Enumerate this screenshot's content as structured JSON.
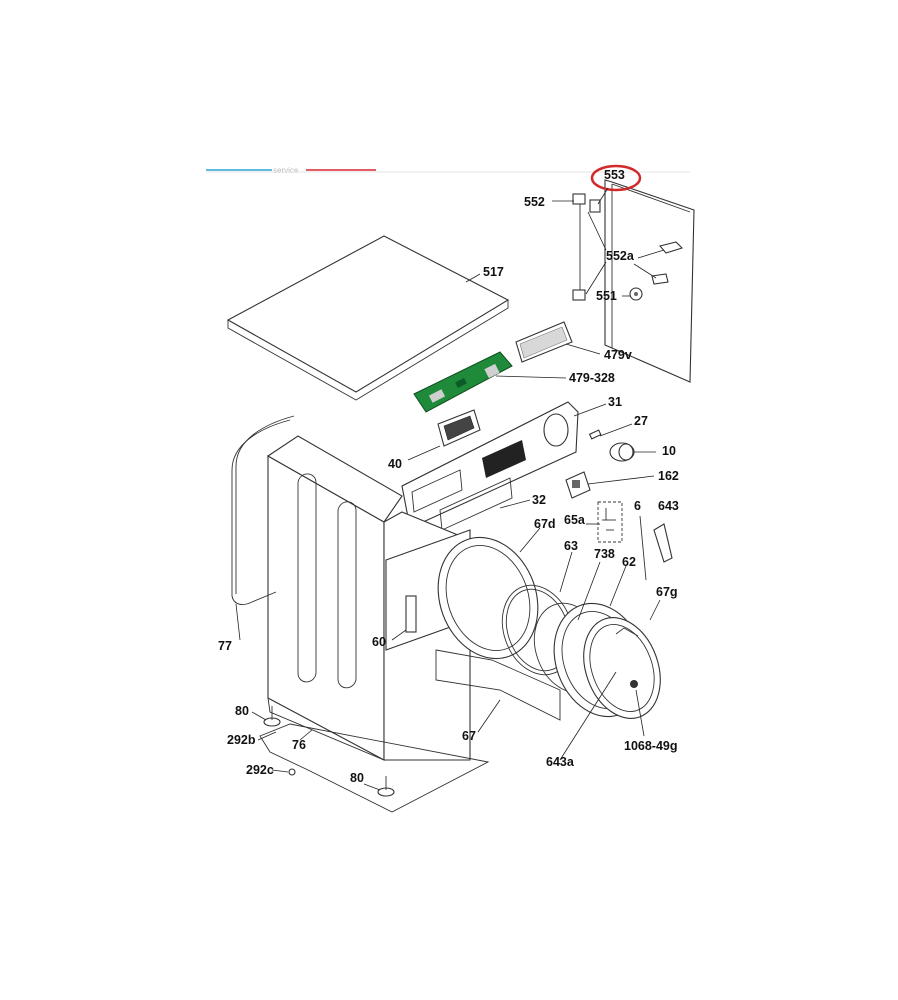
{
  "header": {
    "brand_text": "service",
    "line_color_left": "#2aa6d6",
    "line_color_right": "#d9262e"
  },
  "highlight_color": "#d22a2a",
  "board_color": "#1e8a3a",
  "labels": {
    "p553": "553",
    "p552": "552",
    "p552a": "552a",
    "p551": "551",
    "p517": "517",
    "p479v": "479v",
    "p479_328": "479-328",
    "p31": "31",
    "p27": "27",
    "p10": "10",
    "p40": "40",
    "p162": "162",
    "p32": "32",
    "p67d": "67d",
    "p65a": "65a",
    "p6": "6",
    "p643": "643",
    "p63": "63",
    "p738": "738",
    "p62": "62",
    "p67g": "67g",
    "p77": "77",
    "p60": "60",
    "p80a": "80",
    "p292b": "292b",
    "p76": "76",
    "p67": "67",
    "p643a": "643a",
    "p1068_49g": "1068-49g",
    "p292c": "292c",
    "p80b": "80"
  }
}
